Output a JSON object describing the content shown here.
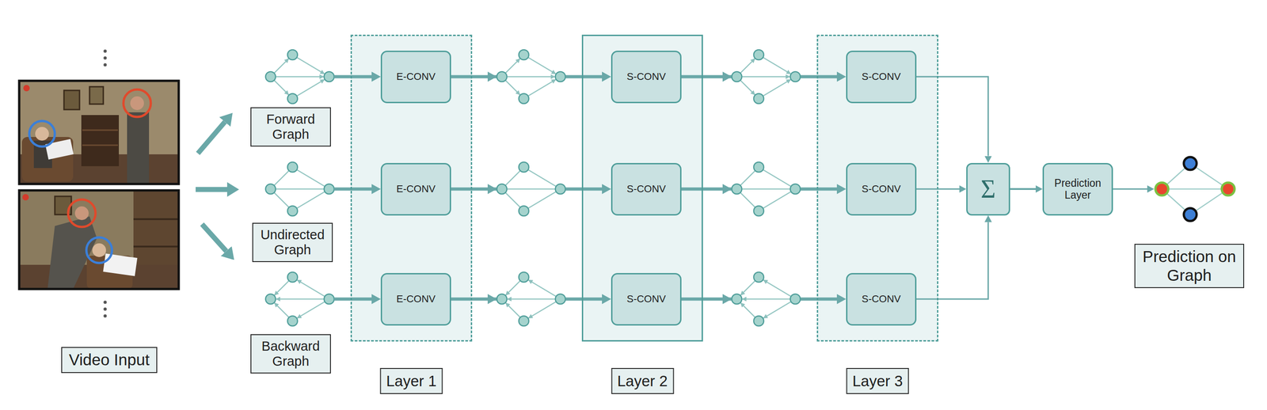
{
  "diagram": {
    "nodes": [
      {
        "text": [
          "Video Input"
        ]
      },
      {
        "text": [
          "Forward Graph"
        ]
      },
      {
        "text": [
          "Undirected Graph"
        ]
      },
      {
        "text": [
          "Backward Graph"
        ]
      },
      {
        "text": [
          "Layer 1"
        ]
      },
      {
        "text": [
          "E-CONV"
        ],
        "in": 4
      },
      {
        "text": [
          "E-CONV"
        ],
        "in": 4
      },
      {
        "text": [
          "E-CONV"
        ],
        "in": 4
      },
      {
        "text": [
          "Layer 2"
        ]
      },
      {
        "text": [
          "S-CONV"
        ],
        "in": 8
      },
      {
        "text": [
          "S-CONV"
        ],
        "in": 8
      },
      {
        "text": [
          "S-CONV"
        ],
        "in": 8
      },
      {
        "text": [
          "Layer 3"
        ]
      },
      {
        "text": [
          "S-CONV"
        ],
        "in": 12
      },
      {
        "text": [
          "S-CONV"
        ],
        "in": 12
      },
      {
        "text": [
          "S-CONV"
        ],
        "in": 12
      },
      {
        "text": [
          "Σ"
        ]
      },
      {
        "text": [
          "Prediction Layer"
        ]
      },
      {
        "text": [
          "Prediction on Graph"
        ]
      }
    ],
    "edges": [
      {
        "from": 5,
        "to": 9,
        "arrow": "to"
      },
      {
        "from": 6,
        "to": 10,
        "arrow": "to"
      },
      {
        "from": 7,
        "to": 11,
        "arrow": "to"
      },
      {
        "from": 9,
        "to": 13,
        "arrow": "to"
      },
      {
        "from": 10,
        "to": 14,
        "arrow": "to"
      },
      {
        "from": 11,
        "to": 15,
        "arrow": "to"
      },
      {
        "from": 13,
        "to": 16,
        "arrow": "to"
      },
      {
        "from": 14,
        "to": 16,
        "arrow": "to"
      },
      {
        "from": 15,
        "to": 16,
        "arrow": "to"
      },
      {
        "from": 16,
        "to": 17,
        "arrow": "to"
      }
    ]
  }
}
